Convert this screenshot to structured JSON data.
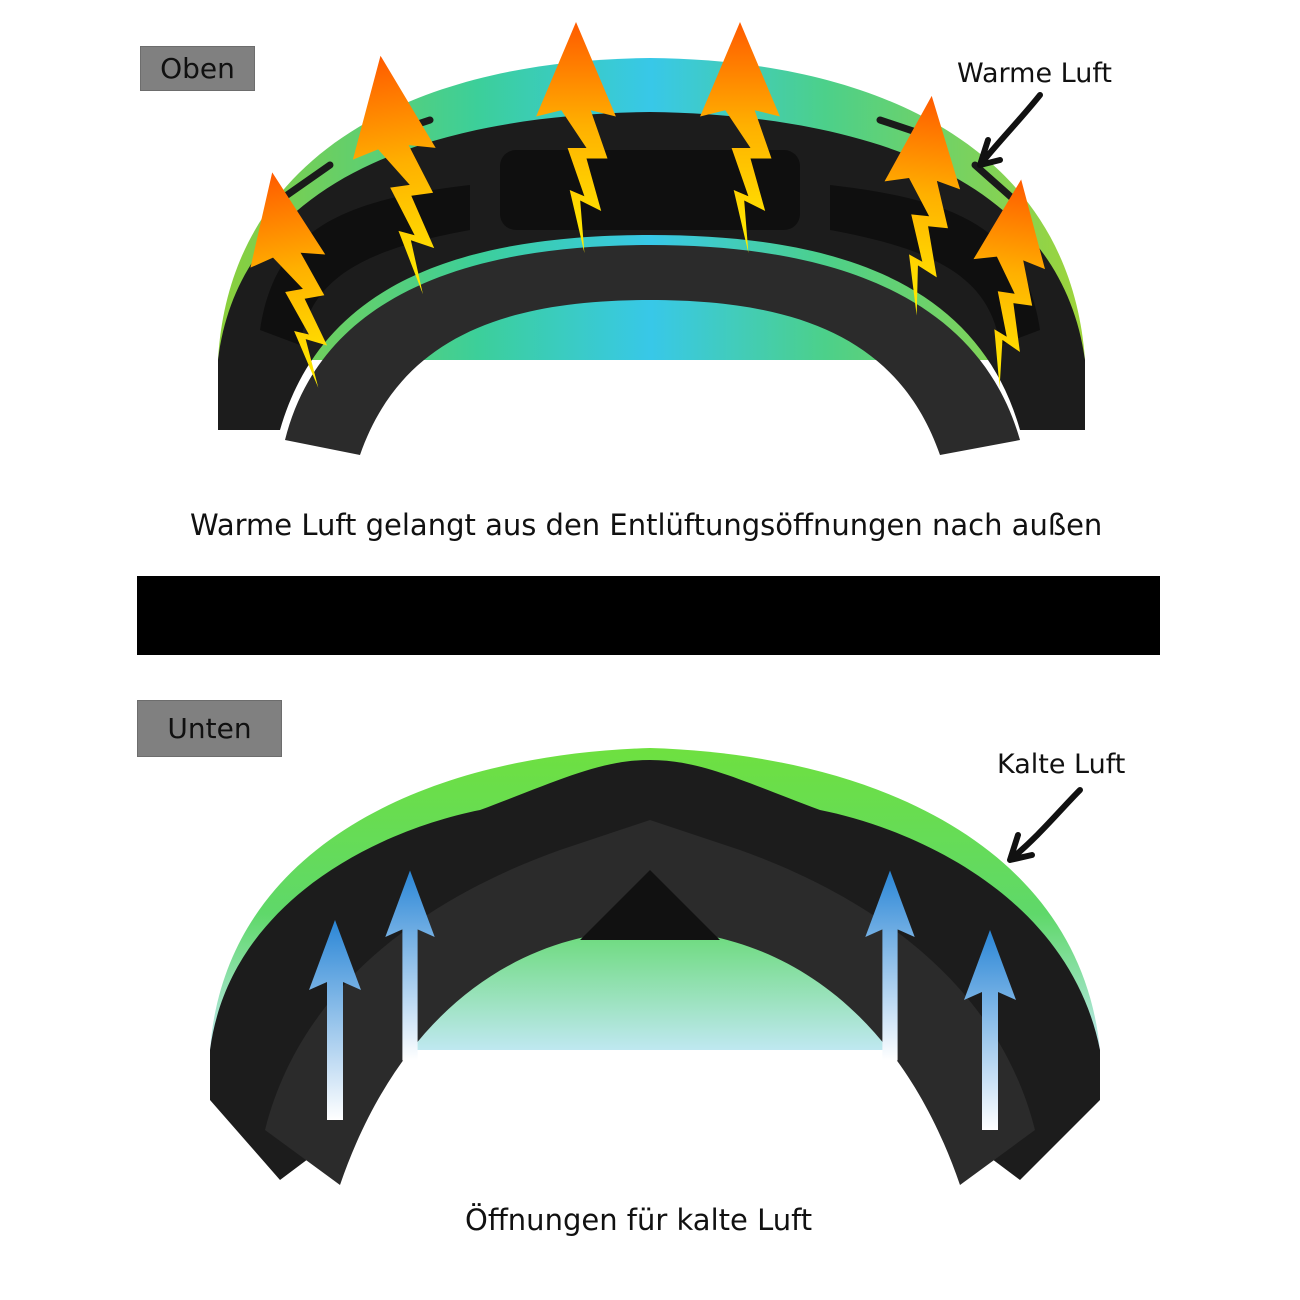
{
  "top_panel": {
    "label": "Oben",
    "callout": "Warme Luft",
    "caption": "Warme Luft gelangt aus den Entlüftungsöffnungen nach außen",
    "arrow_colors": {
      "tip": "#ff6a00",
      "base": "#ffe000"
    }
  },
  "divider": {
    "color": "#000000"
  },
  "bottom_panel": {
    "label": "Unten",
    "callout": "Kalte Luft",
    "caption": "Öffnungen für kalte Luft",
    "arrow_colors": {
      "tip": "#2f8fd8",
      "base": "#ffffff"
    }
  },
  "colors": {
    "label_bg": "#808080",
    "lens_green": "#4cc94a",
    "lens_cyan": "#3fd6e0",
    "frame": "#1c1c1c",
    "foam": "#2a2a2a"
  }
}
